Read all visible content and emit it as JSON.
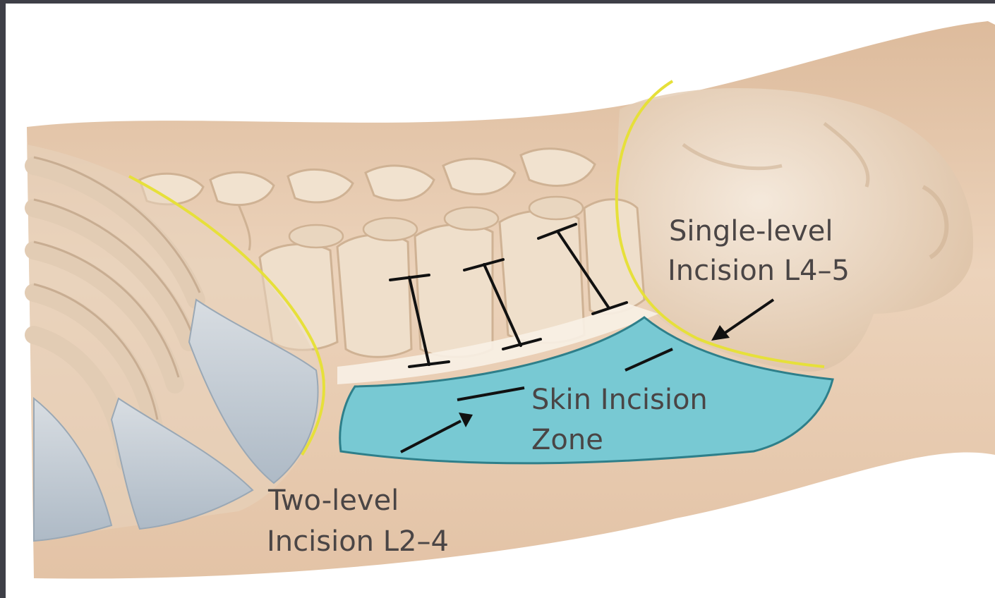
{
  "labels": {
    "single_level_line1": "Single-level",
    "single_level_line2": "Incision L4–5",
    "zone_line1": "Skin Incision",
    "zone_line2": "Zone",
    "two_level_line1": "Two-level",
    "two_level_line2": "Incision L2–4"
  },
  "colors": {
    "skin": "#e9cdb2",
    "skin_shadow": "#d9b597",
    "bone": "#f1e2cf",
    "bone_shadow": "#cfb294",
    "rib_cartilage": "#c9d3dc",
    "incision_zone": "#78c9d3",
    "incision_zone_stroke": "#2e7f8a",
    "boundary_line": "#e6e03a",
    "marker": "#111111",
    "text": "#4a4545"
  },
  "icons": {
    "markers": [
      "disc-level-marker",
      "disc-level-marker",
      "disc-level-marker"
    ],
    "arrows": [
      "arrow-to-single-level-boundary",
      "arrow-to-incision-zone"
    ]
  }
}
